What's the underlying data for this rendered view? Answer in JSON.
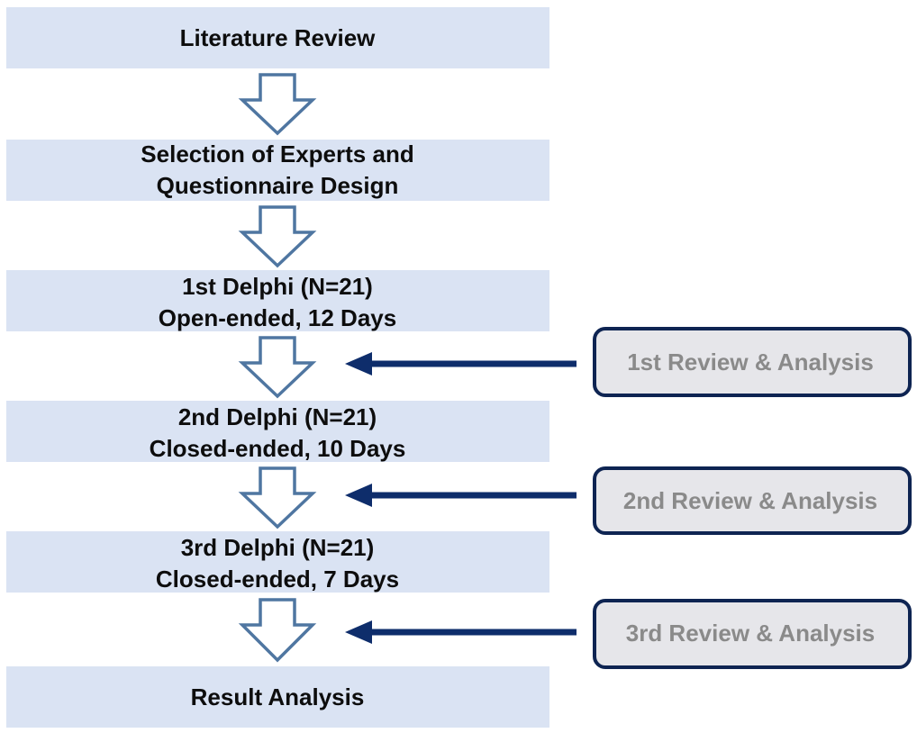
{
  "stages": [
    {
      "lines": [
        "Literature Review"
      ]
    },
    {
      "lines": [
        "Selection of Experts and",
        "Questionnaire Design"
      ]
    },
    {
      "lines": [
        "1st Delphi (N=21)",
        "Open-ended, 12 Days"
      ]
    },
    {
      "lines": [
        "2nd Delphi (N=21)",
        "Closed-ended, 10 Days"
      ]
    },
    {
      "lines": [
        "3rd Delphi (N=21)",
        "Closed-ended, 7 Days"
      ]
    },
    {
      "lines": [
        "Result Analysis"
      ]
    }
  ],
  "reviews": [
    {
      "label": "1st Review & Analysis"
    },
    {
      "label": "2nd Review & Analysis"
    },
    {
      "label": "3rd Review & Analysis"
    }
  ],
  "colors": {
    "stage_fill": "#dae3f3",
    "arrow_outline": "#4f76a1",
    "feed_arrow": "#0e2d6b",
    "review_border": "#0e2452",
    "review_fill": "#e6e6ea",
    "review_text": "#8a8a8a"
  }
}
